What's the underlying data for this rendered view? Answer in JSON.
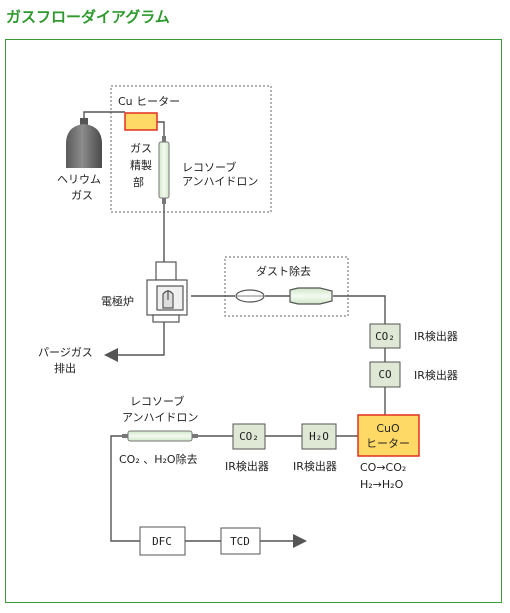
{
  "title": "ガスフローダイアグラム",
  "labels": {
    "cu_heater": "Cu ヒーター",
    "gas_purify_1": "ガス",
    "gas_purify_2": "精製",
    "gas_purify_3": "部",
    "lecosorb_top_1": "レコソーブ",
    "lecosorb_top_2": "アンハイドロン",
    "helium_1": "ヘリウム",
    "helium_2": "ガス",
    "dust_removal": "ダスト除去",
    "furnace": "電極炉",
    "purge_1": "パージガス",
    "purge_2": "排出",
    "co2_det_right": "IR検出器",
    "co_det_right": "IR検出器",
    "lecosorb_bottom_1": "レコソーブ",
    "lecosorb_bottom_2": "アンハイドロン",
    "co2_h2o_removal": "CO₂ 、H₂O除去",
    "ir_det_co2": "IR検出器",
    "ir_det_h2o": "IR検出器",
    "reaction_1": "CO→CO₂",
    "reaction_2": "H₂→H₂O"
  },
  "boxes": {
    "co2_right": "CO₂",
    "co_right": "CO",
    "cuo_1": "CuO",
    "cuo_2": "ヒーター",
    "co2_bottom": "CO₂",
    "h2o_bottom": "H₂O",
    "dfc": "DFC",
    "tcd": "TCD"
  },
  "colors": {
    "title": "#2e9a2e",
    "frame": "#3a9a3a",
    "detector_fill": "#dfe8d4",
    "heater_fill": "#ffd966",
    "heater_stroke": "#e03020",
    "line": "#555555"
  }
}
